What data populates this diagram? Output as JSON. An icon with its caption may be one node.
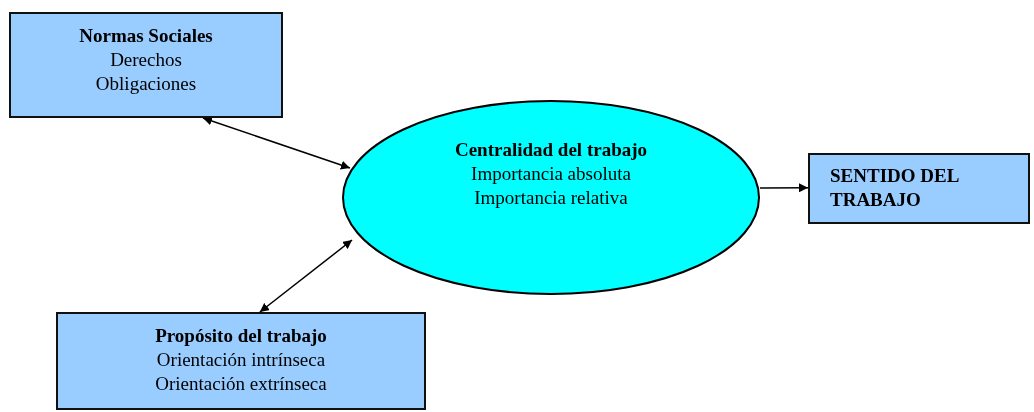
{
  "diagram": {
    "nodes": [
      {
        "text": [
          "Normas Sociales",
          "Derechos",
          "Obligaciones"
        ]
      },
      {
        "text": [
          "Centralidad del trabajo",
          "Importancia absoluta",
          "Importancia relativa"
        ]
      },
      {
        "text": [
          "SENTIDO DEL TRABAJO"
        ]
      },
      {
        "text": [
          "Propósito del trabajo",
          "Orientación intrínseca",
          "Orientación extrínseca"
        ]
      }
    ],
    "edges": [
      {
        "from": 0,
        "to": 1,
        "arrow": "both"
      },
      {
        "from": 3,
        "to": 1,
        "arrow": "both"
      },
      {
        "from": 1,
        "to": 2,
        "arrow": "to"
      }
    ]
  }
}
